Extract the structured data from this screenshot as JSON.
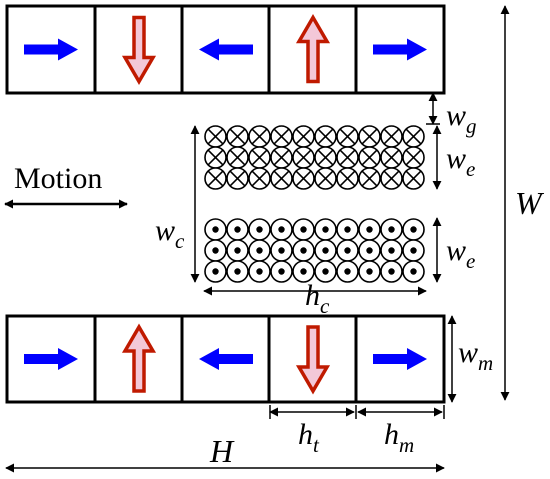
{
  "labels": {
    "motion": "Motion",
    "w_g": {
      "base": "w",
      "sub": "g"
    },
    "w_e_top": {
      "base": "w",
      "sub": "e"
    },
    "w_e_bottom": {
      "base": "w",
      "sub": "e"
    },
    "w_c": {
      "base": "w",
      "sub": "c"
    },
    "h_c": {
      "base": "h",
      "sub": "c"
    },
    "W": "W",
    "w_m": {
      "base": "w",
      "sub": "m"
    },
    "h_t": {
      "base": "h",
      "sub": "t"
    },
    "h_m": {
      "base": "h",
      "sub": "m"
    },
    "H": "H"
  },
  "magnets": {
    "top_row": [
      "right",
      "down",
      "left",
      "up",
      "right"
    ],
    "bottom_row": [
      "right",
      "up",
      "left",
      "down",
      "right"
    ]
  },
  "coil": {
    "rows_per_block": 3,
    "columns": 10,
    "top_block_symbol": "cross",
    "bottom_block_symbol": "dot"
  },
  "colors": {
    "horizontal_arrow": "#0000ff",
    "vertical_arrow_fill": "#f3c8d8",
    "vertical_arrow_stroke": "#c01a00",
    "stroke": "#000000"
  }
}
